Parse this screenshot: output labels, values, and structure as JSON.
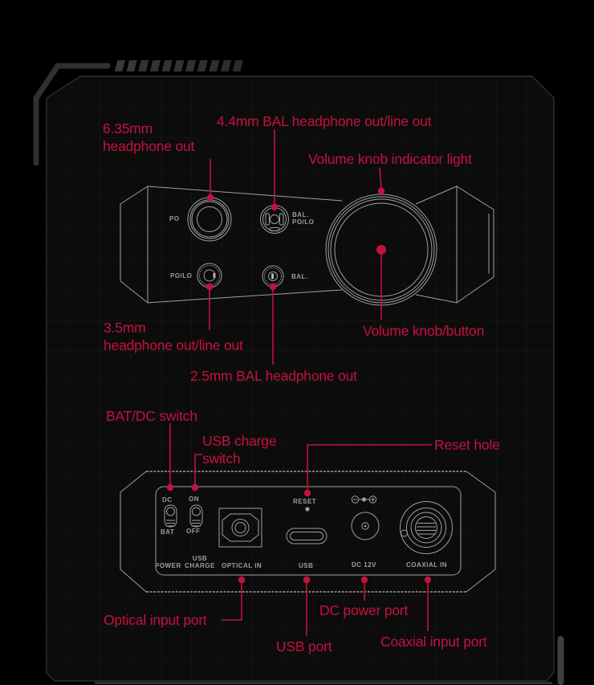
{
  "colors": {
    "accent_red": "#c4123f",
    "line_gray": "#b4b4b4",
    "engraving_gray": "#9d9d9d",
    "panel_bg": "#0c0c0c",
    "grid_line": "#1e1e1e"
  },
  "front": {
    "callouts": {
      "jack635_1": "6.35mm",
      "jack635_2": "headphone out",
      "jack44": "4.4mm BAL headphone out/line out",
      "indicator": "Volume knob indicator light",
      "jack35_1": "3.5mm",
      "jack35_2": "headphone out/line out",
      "jack25": "2.5mm BAL headphone out",
      "knob": "Volume knob/button"
    },
    "engravings": {
      "po": "PO",
      "bal44_1": "BAL.",
      "bal44_2": "PO/LO",
      "polo": "PO/LO",
      "bal25": "BAL."
    }
  },
  "rear": {
    "callouts": {
      "batdc": "BAT/DC switch",
      "usbcharge_1": "USB charge",
      "usbcharge_2": "switch",
      "reset": "Reset hole",
      "optical": "Optical input port",
      "usb": "USB port",
      "dc": "DC power port",
      "coaxial": "Coaxial input port"
    },
    "engravings": {
      "dc": "DC",
      "bat": "BAT",
      "on": "ON",
      "off": "OFF",
      "power": "POWER",
      "usbcharge_1": "USB",
      "usbcharge_2": "CHARGE",
      "optical": "OPTICAL IN",
      "reset": "RESET",
      "usb": "USB",
      "dc12v": "DC 12V",
      "coaxial": "COAXIAL IN"
    }
  }
}
